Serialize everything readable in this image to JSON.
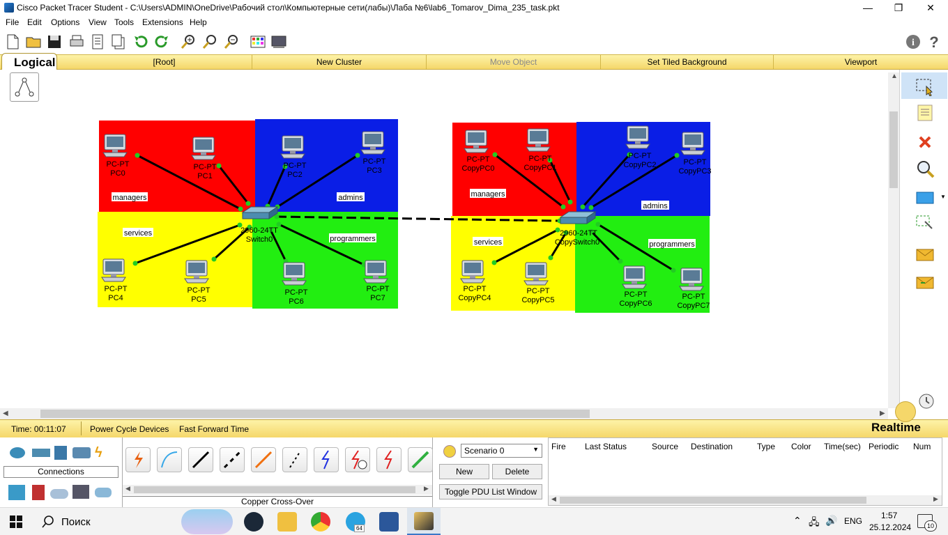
{
  "window": {
    "title": "Cisco Packet Tracer Student - C:\\Users\\ADMIN\\OneDrive\\Рабочий стол\\Компьютерные сети(лабы)\\Лаба №6\\lab6_Tomarov_Dima_235_task.pkt",
    "minimize": "—",
    "maximize": "❐",
    "close": "✕"
  },
  "menu": [
    "File",
    "Edit",
    "Options",
    "View",
    "Tools",
    "Extensions",
    "Help"
  ],
  "workbar": {
    "logical_tab": "Logical",
    "root": "[Root]",
    "new_cluster": "New Cluster",
    "move_object": "Move Object",
    "set_tiled_background": "Set Tiled Background",
    "viewport": "Viewport"
  },
  "topology": {
    "zones": [
      {
        "label": "managers"
      },
      {
        "label": "admins"
      },
      {
        "label": "services"
      },
      {
        "label": "programmers"
      },
      {
        "label": "managers"
      },
      {
        "label": "admins"
      },
      {
        "label": "services"
      },
      {
        "label": "programmers"
      }
    ],
    "switches": [
      {
        "model": "2960-24TT",
        "name": "Switch0"
      },
      {
        "model": "2960-24TT",
        "name": "CopySwitch0"
      }
    ],
    "pcs": [
      {
        "model": "PC-PT",
        "name": "PC0"
      },
      {
        "model": "PC-PT",
        "name": "PC1"
      },
      {
        "model": "PC-PT",
        "name": "PC2"
      },
      {
        "model": "PC-PT",
        "name": "PC3"
      },
      {
        "model": "PC-PT",
        "name": "PC4"
      },
      {
        "model": "PC-PT",
        "name": "PC5"
      },
      {
        "model": "PC-PT",
        "name": "PC6"
      },
      {
        "model": "PC-PT",
        "name": "PC7"
      },
      {
        "model": "PC-PT",
        "name": "CopyPC0"
      },
      {
        "model": "PC-PT",
        "name": "CopyPC1"
      },
      {
        "model": "PC-PT",
        "name": "CopyPC2"
      },
      {
        "model": "PC-PT",
        "name": "CopyPC3"
      },
      {
        "model": "PC-PT",
        "name": "CopyPC4"
      },
      {
        "model": "PC-PT",
        "name": "CopyPC5"
      },
      {
        "model": "PC-PT",
        "name": "CopyPC6"
      },
      {
        "model": "PC-PT",
        "name": "CopyPC7"
      }
    ],
    "colors": {
      "red": "#ff0000",
      "blue": "#0a1ee6",
      "yellow": "#ffff00",
      "green": "#22ee11",
      "link": "#000000",
      "port": "#22cc22"
    }
  },
  "statusbar": {
    "time": "Time: 00:11:07",
    "power_cycle": "Power Cycle Devices",
    "fast_forward": "Fast Forward Time",
    "mode": "Realtime"
  },
  "bottom": {
    "connections_label": "Connections",
    "selected_cable": "Copper Cross-Over",
    "scenario": "Scenario 0",
    "new": "New",
    "delete": "Delete",
    "toggle_pdu": "Toggle PDU List Window",
    "pdu_columns": [
      "Fire",
      "Last Status",
      "Source",
      "Destination",
      "Type",
      "Color",
      "Time(sec)",
      "Periodic",
      "Num"
    ]
  },
  "taskbar": {
    "search": "Поиск",
    "lang": "ENG",
    "time": "1:57",
    "date": "25.12.2024",
    "notifications": "10",
    "badge": "64"
  }
}
